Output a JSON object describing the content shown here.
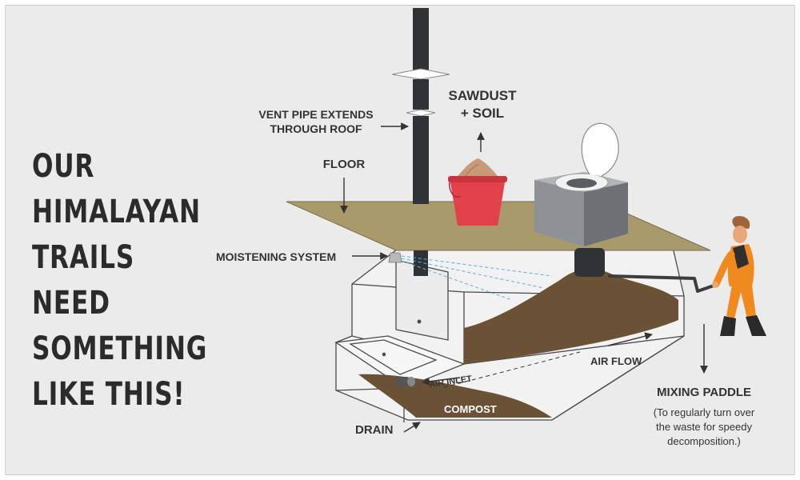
{
  "headline": {
    "lines": [
      "OUR",
      "HIMALAYAN",
      "TRAILS",
      "NEED",
      "SOMETHING",
      "LIKE THIS!"
    ]
  },
  "labels": {
    "vent_pipe_line1": "VENT PIPE EXTENDS",
    "vent_pipe_line2": "THROUGH ROOF",
    "sawdust_line1": "SAWDUST",
    "sawdust_line2": "+ SOIL",
    "floor": "FLOOR",
    "moistening_system": "MOISTENING SYSTEM",
    "air_flow": "AIR FLOW",
    "air_inlet": "AIR INLET",
    "compost": "COMPOST",
    "drain": "DRAIN",
    "mixing_paddle": "MIXING PADDLE",
    "mixing_note_line1": "(To regularly turn over",
    "mixing_note_line2": "the waste for speedy",
    "mixing_note_line3": "decomposition.)"
  },
  "colors": {
    "background": "#ebebeb",
    "floor": "#a89a6b",
    "pipe": "#2f3336",
    "compost": "#6b5236",
    "bucket": "#e0414b",
    "toilet_box": "#8e9296",
    "worker_orange": "#f08a1e",
    "water_spray": "#5ab0e0",
    "text": "#333333"
  },
  "icons": [
    "vent-pipe-icon",
    "sawdust-bucket-icon",
    "toilet-icon",
    "worker-icon",
    "mixing-paddle-icon",
    "compost-chamber-icon"
  ]
}
